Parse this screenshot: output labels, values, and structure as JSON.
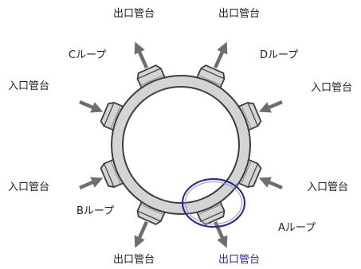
{
  "nozzles": [
    {
      "label": "出口管台",
      "type": "outlet",
      "highlight": false
    },
    {
      "label": "出口管台",
      "type": "outlet",
      "highlight": false
    },
    {
      "label": "入口管台",
      "type": "inlet",
      "highlight": false
    },
    {
      "label": "入口管台",
      "type": "inlet",
      "highlight": false
    },
    {
      "label": "入口管台",
      "type": "inlet",
      "highlight": false
    },
    {
      "label": "入口管台",
      "type": "inlet",
      "highlight": false
    },
    {
      "label": "出口管台",
      "type": "outlet",
      "highlight": false
    },
    {
      "label": "出口管台",
      "type": "outlet",
      "highlight": true
    }
  ],
  "loops": [
    "Cループ",
    "Dループ",
    "Bループ",
    "Aループ"
  ],
  "colors": {
    "ring": "#d4d4d4",
    "stroke": "#3d3d3d",
    "arrow": "#6e6e6e",
    "highlight": "#2a2f95",
    "text": "#222222"
  }
}
